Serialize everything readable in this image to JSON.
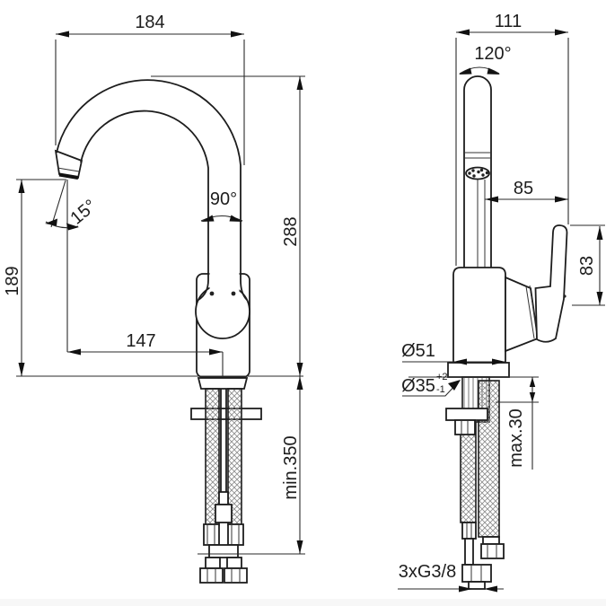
{
  "page": {
    "background": "#ffffff",
    "line_color": "#1d1d1d",
    "dim_color": "#2a2a2a",
    "description": "Technical dimension drawing of a single-lever basin mixer tap, front and side views"
  },
  "front_view": {
    "dims": {
      "total_width": "184",
      "outlet_height": "189",
      "spout_height": "288",
      "outlet_reach": "147",
      "tip_angle": "15°",
      "swivel_angle": "90°",
      "min_hose_length": "min.350"
    }
  },
  "side_view": {
    "dims": {
      "total_depth": "111",
      "handle_swing_angle": "120°",
      "spout_to_back": "85",
      "lever_height": "83",
      "body_diameter": "Ø51",
      "mounting_hole_diameter": "Ø35",
      "mounting_hole_tol_plus": "+2",
      "mounting_hole_tol_minus": "-1",
      "max_deck_thickness": "max.30",
      "hose_connection": "3xG3/8"
    }
  }
}
